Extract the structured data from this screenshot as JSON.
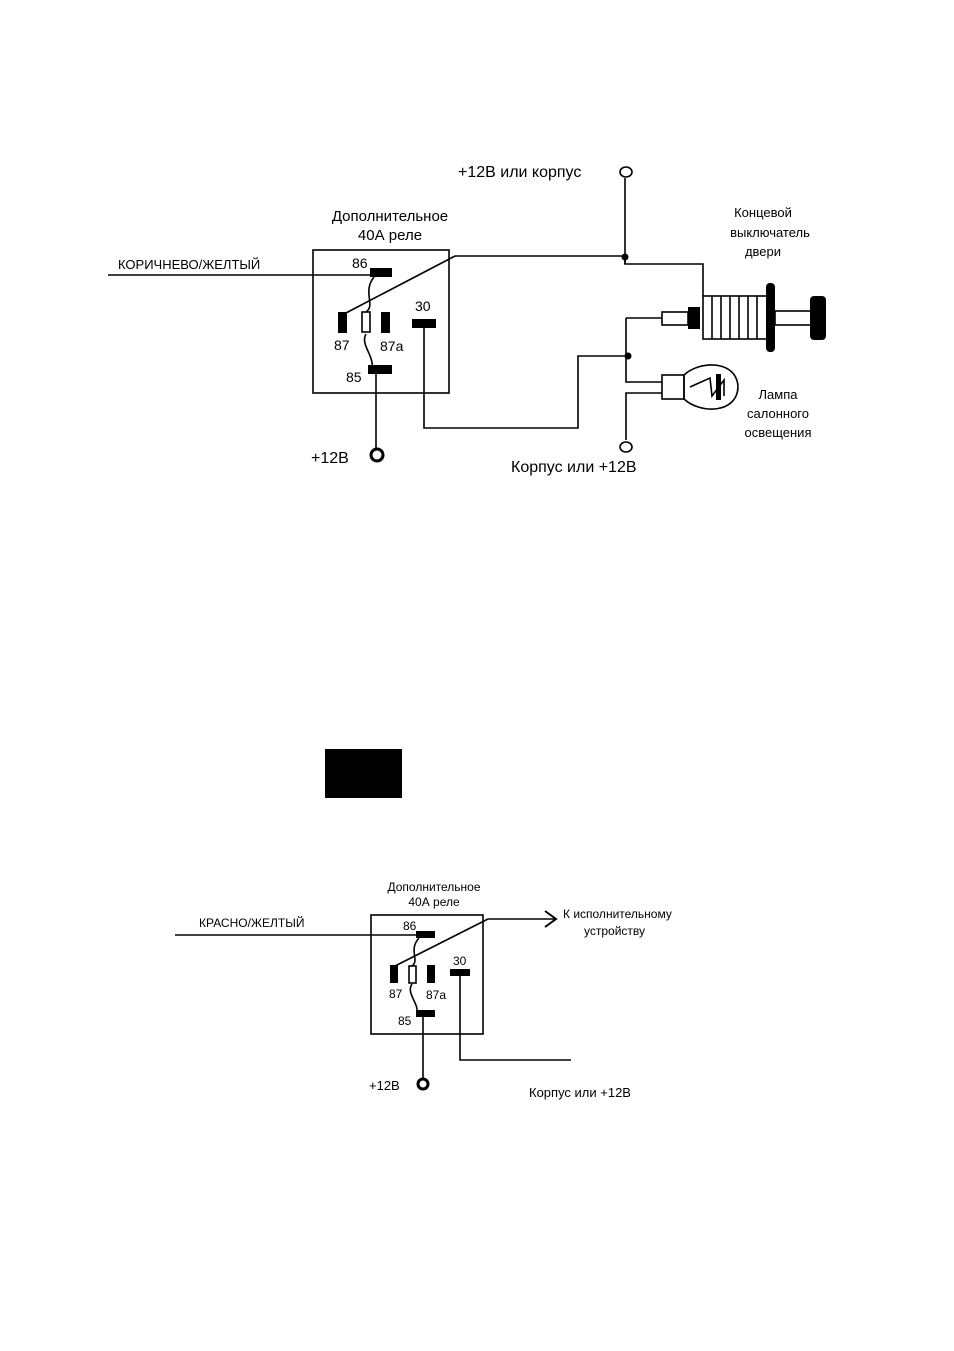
{
  "diagram1": {
    "relay_title": [
      "Дополнительное",
      "40А реле"
    ],
    "input_wire": "КОРИЧНЕВО/ЖЕЛТЫЙ",
    "pins": {
      "p86": "86",
      "p87": "87",
      "p87a": "87а",
      "p30": "30",
      "p85": "85"
    },
    "top_terminal": "+12В или корпус",
    "door_switch": [
      "Концевой",
      "выключатель",
      "двери"
    ],
    "lamp": [
      "Лампа",
      "салонного",
      "освещения"
    ],
    "bottom_terminal": "Корпус или +12В",
    "plus12": "+12В"
  },
  "diagram2": {
    "relay_title": [
      "Дополнительное",
      "40А реле"
    ],
    "input_wire": "КРАСНО/ЖЕЛТЫЙ",
    "pins": {
      "p86": "86",
      "p87": "87",
      "p87a": "87а",
      "p30": "30",
      "p85": "85"
    },
    "output": [
      "К исполнительному",
      "устройству"
    ],
    "bottom_terminal": "Корпус или +12В",
    "plus12": "+12В"
  },
  "colors": {
    "ink": "#000000",
    "paper": "#ffffff"
  }
}
